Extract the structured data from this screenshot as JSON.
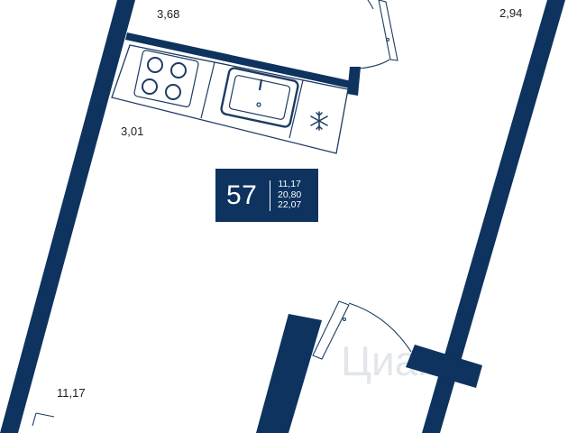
{
  "colors": {
    "wall": "#0d335e",
    "line": "#1d3b63",
    "background": "#ffffff"
  },
  "rooms": {
    "top_left_area": "3,68",
    "top_right_area": "2,94",
    "kitchen_area": "3,01",
    "bottom_left_area": "11,17"
  },
  "badge": {
    "number": "57",
    "area_1": "11,17",
    "area_2": "20,80",
    "area_3": "22,07"
  },
  "icons": {
    "snowflake": "snowflake-icon",
    "hob": "stove-icon",
    "sink": "sink-icon"
  },
  "watermark": {
    "text": "Циан",
    "icon": "cian-logo"
  }
}
